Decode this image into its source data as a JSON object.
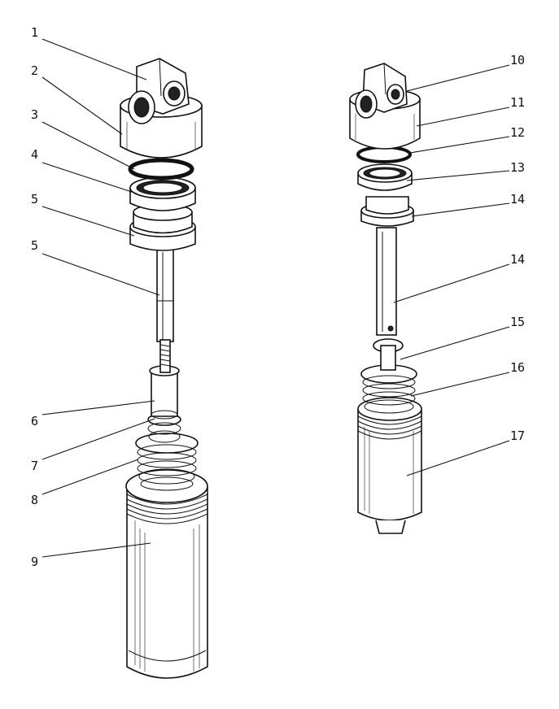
{
  "diagram": {
    "callouts": [
      {
        "id": "1",
        "label": "1"
      },
      {
        "id": "2",
        "label": "2"
      },
      {
        "id": "3",
        "label": "3"
      },
      {
        "id": "4",
        "label": "4"
      },
      {
        "id": "5a",
        "label": "5"
      },
      {
        "id": "5b",
        "label": "5"
      },
      {
        "id": "6",
        "label": "6"
      },
      {
        "id": "7",
        "label": "7"
      },
      {
        "id": "8",
        "label": "8"
      },
      {
        "id": "9",
        "label": "9"
      },
      {
        "id": "10",
        "label": "10"
      },
      {
        "id": "11",
        "label": "11"
      },
      {
        "id": "12",
        "label": "12"
      },
      {
        "id": "13",
        "label": "13"
      },
      {
        "id": "14a",
        "label": "14"
      },
      {
        "id": "14b",
        "label": "14"
      },
      {
        "id": "15",
        "label": "15"
      },
      {
        "id": "16",
        "label": "16"
      },
      {
        "id": "17",
        "label": "17"
      }
    ]
  }
}
